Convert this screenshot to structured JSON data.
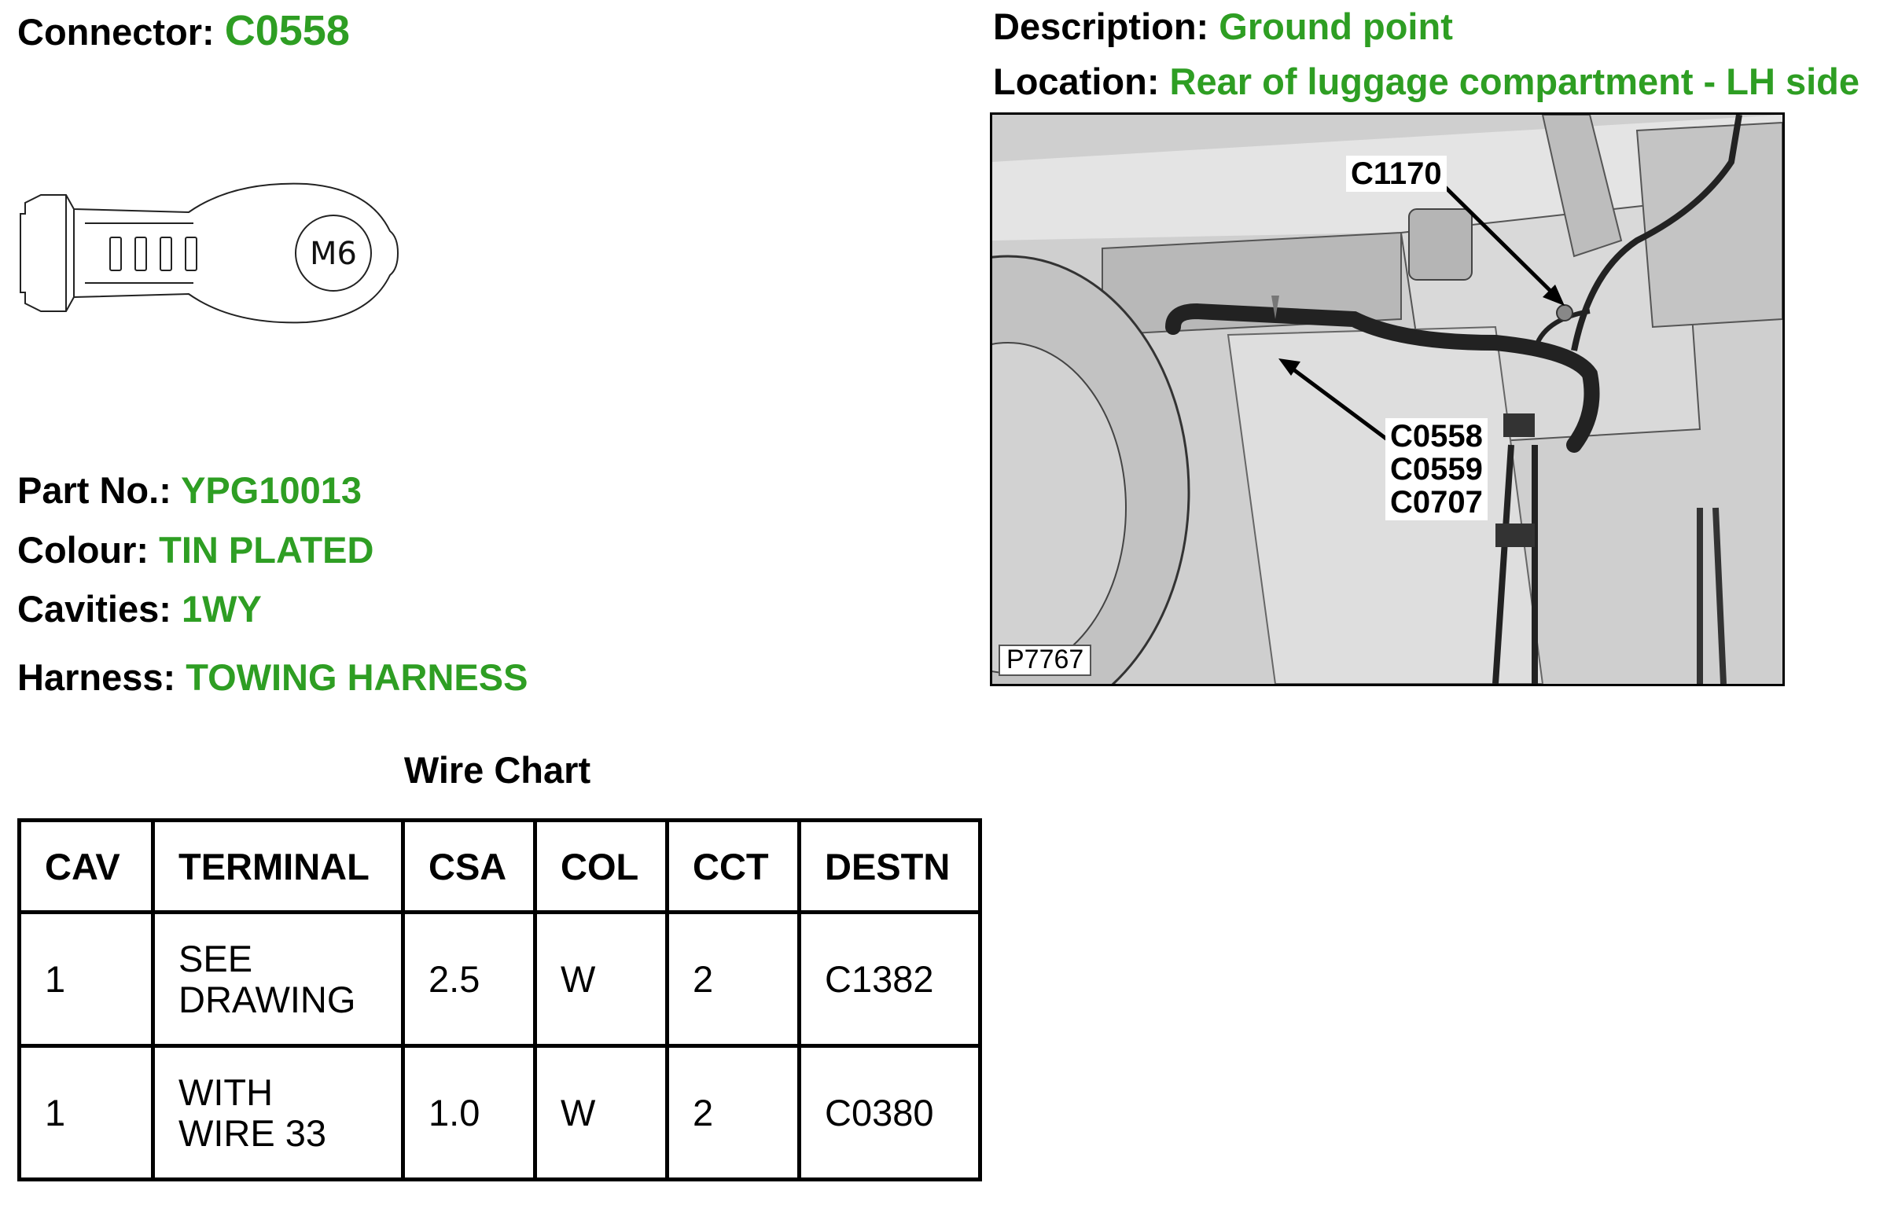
{
  "connector": {
    "label": "Connector:",
    "value": "C0558"
  },
  "description": {
    "label": "Description:",
    "value": "Ground point"
  },
  "location": {
    "label": "Location:",
    "value": "Rear of luggage compartment - LH side"
  },
  "terminal_drawing": {
    "stud_text": "M6"
  },
  "part_no": {
    "label": "Part No.:",
    "value": "YPG10013"
  },
  "colour": {
    "label": "Colour:",
    "value": "TIN PLATED"
  },
  "cavities": {
    "label": "Cavities:",
    "value": "1WY"
  },
  "harness": {
    "label": "Harness:",
    "value": "TOWING HARNESS"
  },
  "photo": {
    "labels": [
      "C1170",
      "C0558",
      "C0559",
      "C0707"
    ],
    "reference": "P7767"
  },
  "wire_chart": {
    "title": "Wire Chart",
    "headers": [
      "CAV",
      "TERMINAL",
      "CSA",
      "COL",
      "CCT",
      "DESTN"
    ],
    "rows": [
      [
        "1",
        "SEE DRAWING",
        "2.5",
        "W",
        "2",
        "C1382"
      ],
      [
        "1",
        "WITH WIRE 33",
        "1.0",
        "W",
        "2",
        "C0380"
      ]
    ]
  },
  "colors": {
    "value_text": "#2e9e23"
  }
}
